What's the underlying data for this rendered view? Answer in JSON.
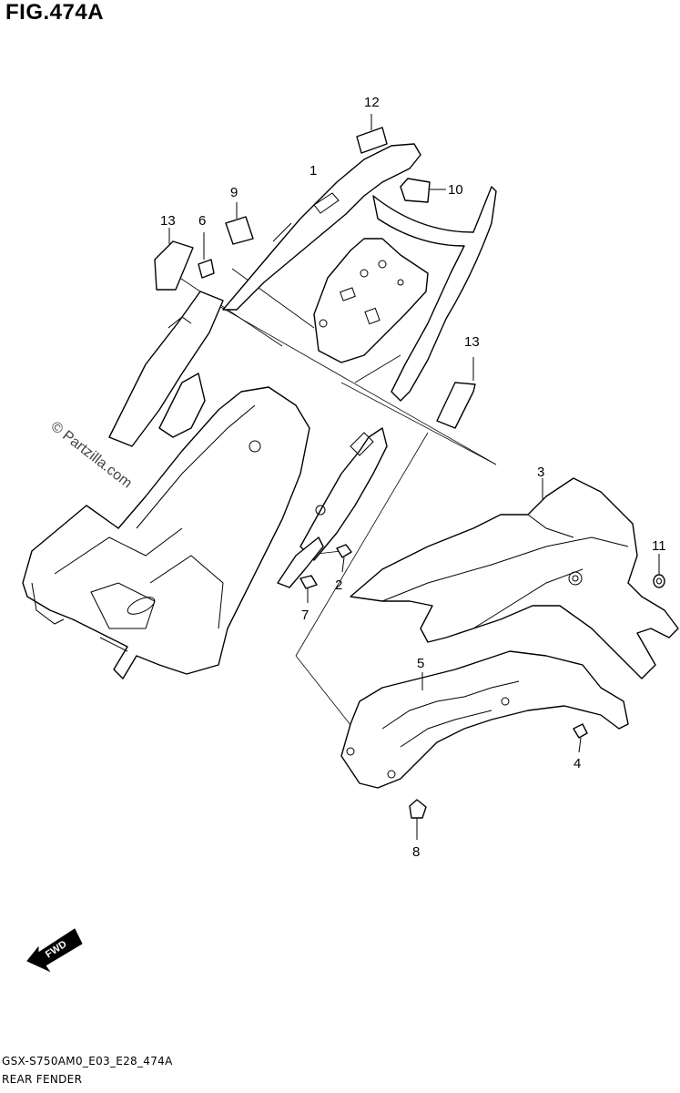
{
  "figure": {
    "title": "FIG.474A",
    "code": "GSX-S750AM0_E03_E28_474A",
    "name": "REAR FENDER",
    "watermark": "© Partzilla.com",
    "fwd_label": "FWD"
  },
  "callouts": {
    "c1": "1",
    "c2": "2",
    "c3": "3",
    "c4": "4",
    "c5": "5",
    "c6": "6",
    "c7": "7",
    "c8": "8",
    "c9": "9",
    "c10": "10",
    "c11": "11",
    "c12": "12",
    "c13a": "13",
    "c13b": "13"
  }
}
